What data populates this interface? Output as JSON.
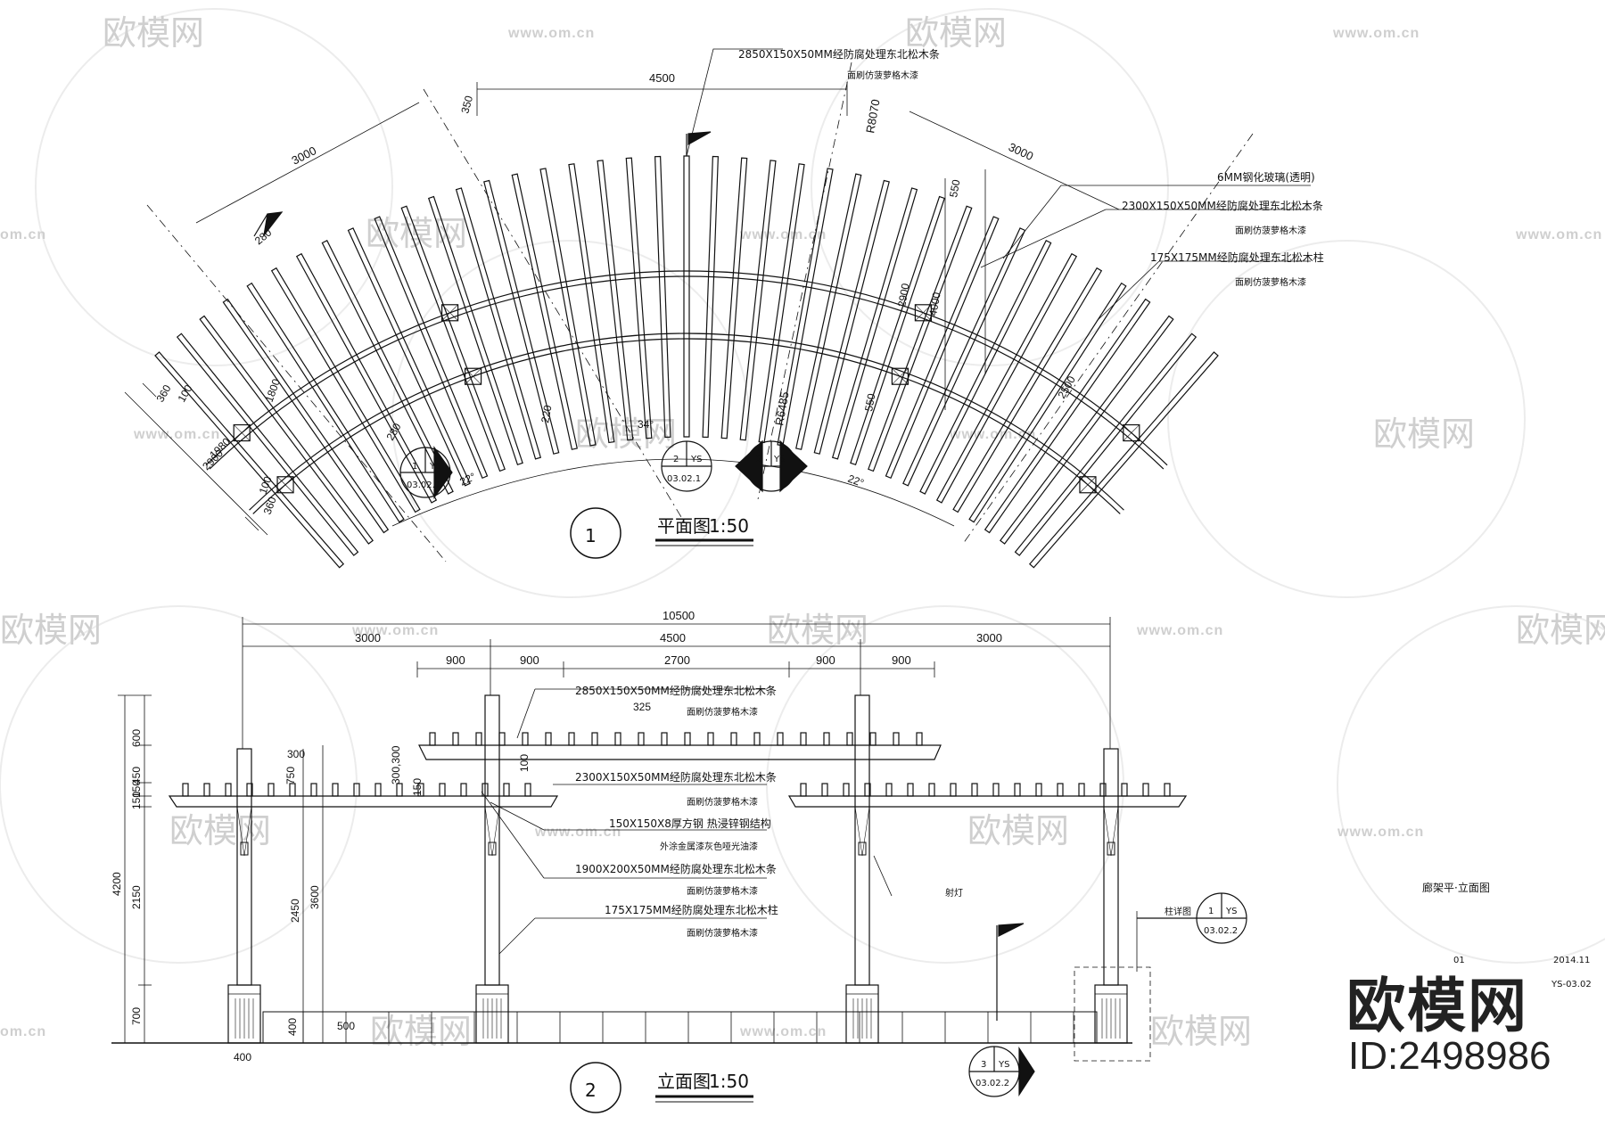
{
  "watermark": {
    "brand": "欧模网",
    "url": "www.om.cn",
    "url_short": "om.cn"
  },
  "plan": {
    "top_dim": "4500",
    "left_dim": "3000",
    "right_dim": "3000",
    "d350": "350",
    "r_outer": "R8070",
    "r_inner": "R6485",
    "d280a": "280",
    "d280b": "280",
    "d550a": "550",
    "d550b": "550",
    "d2900": "2900",
    "d4000": "4000",
    "d2500": "2500",
    "d1800": "1800",
    "d360a": "360",
    "d100a": "100",
    "d1980": "1980",
    "d2900b": "2900",
    "d100b": "100",
    "d360b": "360",
    "d220": "220",
    "d34": "34°",
    "ang_left": "22°",
    "ang_right": "22°",
    "note1_a": "2850X150X50MM经防腐处理东北松木条",
    "note1_b": "面刷仿菠萝格木漆",
    "note2": "6MM钢化玻璃(透明)",
    "note3_a": "2300X150X50MM经防腐处理东北松木条",
    "note3_b": "面刷仿菠萝格木漆",
    "note4_a": "175X175MM经防腐处理东北松木柱",
    "note4_b": "面刷仿菠萝格木漆",
    "callout1": {
      "num": "1",
      "code": "YS",
      "ref": "03.02.1"
    },
    "callout2": {
      "num": "2",
      "code": "YS",
      "ref": "03.02.1"
    },
    "callout3": {
      "num": "2",
      "code": "YS",
      "ref": ""
    },
    "title_num": "1",
    "title": "平面图",
    "scale": "1:50"
  },
  "elevation": {
    "d_total": "10500",
    "d3000a": "3000",
    "d4500": "4500",
    "d3000b": "3000",
    "d900a": "900",
    "d900b": "900",
    "d2700": "2700",
    "d900c": "900",
    "d900d": "900",
    "d325": "325",
    "v600": "600",
    "v450": "450",
    "v150a": "150",
    "v150b": "150",
    "v2150": "2150",
    "v700": "700",
    "v4200": "4200",
    "v300": "300",
    "v750": "750",
    "v2450": "2450",
    "v3600": "3600",
    "v400": "400",
    "v300_300": "300,300",
    "v150c": "150",
    "v100": "100",
    "h500": "500",
    "h400": "400",
    "n1_a": "2850X150X50MM经防腐处理东北松木条",
    "n1_b": "面刷仿菠萝格木漆",
    "n2_a": "2300X150X50MM经防腐处理东北松木条",
    "n2_b": "面刷仿菠萝格木漆",
    "n3_a": "150X150X8厚方钢   热浸锌钢结构",
    "n3_b": "外涂金属漆灰色哑光油漆",
    "n4_a": "1900X200X50MM经防腐处理东北松木条",
    "n4_b": "面刷仿菠萝格木漆",
    "n5_a": "175X175MM经防腐处理东北松木柱",
    "n5_b": "面刷仿菠萝格木漆",
    "spot": "射灯",
    "col_detail": "柱详图",
    "callout_col": {
      "num": "1",
      "code": "YS",
      "ref": "03.02.2"
    },
    "callout_bot": {
      "num": "3",
      "code": "YS",
      "ref": "03.02.2"
    },
    "title_num": "2",
    "title": "立面图",
    "scale": "1:50"
  },
  "sheet": {
    "title": "廊架平·立面图",
    "date": "2014.11",
    "no": "01",
    "code": "YS-03.02"
  },
  "logo": {
    "brand": "欧模网",
    "id": "ID:2498986"
  }
}
